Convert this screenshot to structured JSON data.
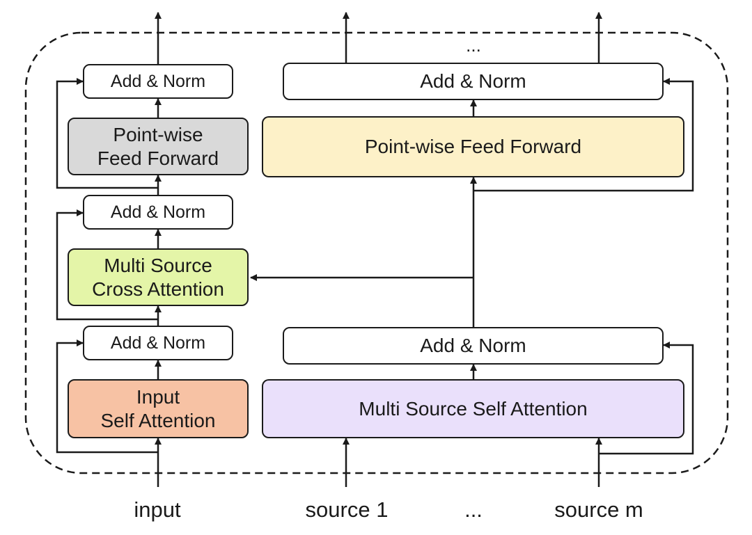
{
  "colors": {
    "line": "#1a1a1a",
    "feed_forward_left": "#d9d9d9",
    "feed_forward_right": "#fdf1c8",
    "cross_attention": "#e4f5a8",
    "input_self_attention": "#f7c2a4",
    "multi_source_self_attention": "#eae0fb"
  },
  "left_stack": {
    "add_norm_top": "Add & Norm",
    "feed_forward": {
      "line1": "Point-wise",
      "line2": "Feed Forward"
    },
    "add_norm_middle": "Add & Norm",
    "cross_attention": {
      "line1": "Multi Source",
      "line2": "Cross Attention"
    },
    "add_norm_bottom": "Add & Norm",
    "self_attention": {
      "line1": "Input",
      "line2": "Self Attention"
    }
  },
  "right_stack": {
    "add_norm_top": "Add & Norm",
    "feed_forward": "Point-wise Feed Forward",
    "add_norm_bottom": "Add & Norm",
    "self_attention": "Multi Source Self Attention"
  },
  "inputs": {
    "input": "input",
    "source_1": "source 1",
    "ellipsis": "...",
    "source_m": "source m"
  },
  "top_ellipsis": "..."
}
